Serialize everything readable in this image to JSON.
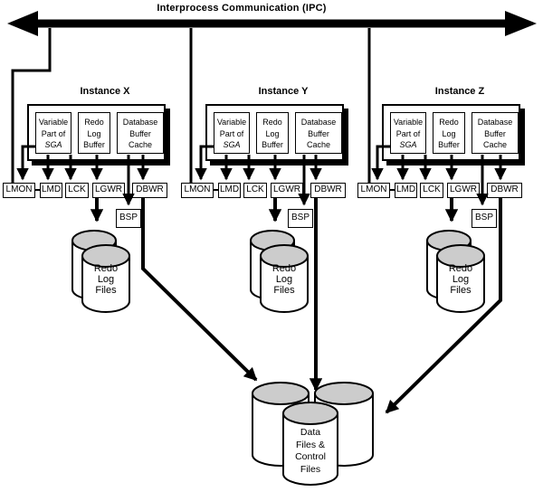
{
  "ipc": {
    "title": "Interprocess Communication (IPC)"
  },
  "instances": [
    {
      "label": "Instance X",
      "sga_components": [
        [
          "Variable",
          "Part of",
          "SGA"
        ],
        [
          "Redo",
          "Log",
          "Buffer"
        ],
        [
          "Database",
          "Buffer",
          "Cache"
        ]
      ],
      "processes": [
        "LMON",
        "LMD",
        "LCK",
        "LGWR",
        "DBWR"
      ],
      "bsp": "BSP",
      "redo_log_label": [
        "Redo",
        "Log",
        "Files"
      ]
    },
    {
      "label": "Instance Y",
      "sga_components": [
        [
          "Variable",
          "Part of",
          "SGA"
        ],
        [
          "Redo",
          "Log",
          "Buffer"
        ],
        [
          "Database",
          "Buffer",
          "Cache"
        ]
      ],
      "processes": [
        "LMON",
        "LMD",
        "LCK",
        "LGWR",
        "DBWR"
      ],
      "bsp": "BSP",
      "redo_log_label": [
        "Redo",
        "Log",
        "Files"
      ]
    },
    {
      "label": "Instance Z",
      "sga_components": [
        [
          "Variable",
          "Part of",
          "SGA"
        ],
        [
          "Redo",
          "Log",
          "Buffer"
        ],
        [
          "Database",
          "Buffer",
          "Cache"
        ]
      ],
      "processes": [
        "LMON",
        "LMD",
        "LCK",
        "LGWR",
        "DBWR"
      ],
      "bsp": "BSP",
      "redo_log_label": [
        "Redo",
        "Log",
        "Files"
      ]
    }
  ],
  "shared_storage": {
    "label": [
      "Data",
      "Files &",
      "Control",
      "Files"
    ]
  },
  "colors": {
    "line": "#000000",
    "cylinder_top": "#cccccc",
    "background": "#ffffff"
  }
}
